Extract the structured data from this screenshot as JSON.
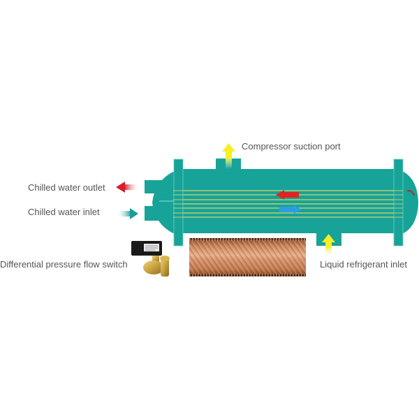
{
  "labels": {
    "compressor_suction_port": "Compressor suction port",
    "chilled_water_outlet": "Chilled water outlet",
    "chilled_water_inlet": "Chilled water inlet",
    "differential_pressure_flow_switch": "Differential pressure flow switch",
    "liquid_refrigerant_inlet": "Liquid refrigerant inlet"
  },
  "colors": {
    "shell": "#17a398",
    "shell_edge": "#6fd3c8",
    "tubes": "#d8d46a",
    "outlet_arrow": "#d81e28",
    "inlet_arrow": "#1a9c98",
    "refrigerant_arrow": "#f5ef2a",
    "inner_hot_arrow": "#e02323",
    "inner_cold_arrow": "#2a9ee0",
    "copper": "#c77a4e",
    "text": "#555555"
  },
  "components": {
    "evaporator": "shell-and-tube evaporator",
    "tube_count": 7,
    "copper_tube": "internally grooved copper tube",
    "flow_switch": "differential pressure flow switch"
  }
}
